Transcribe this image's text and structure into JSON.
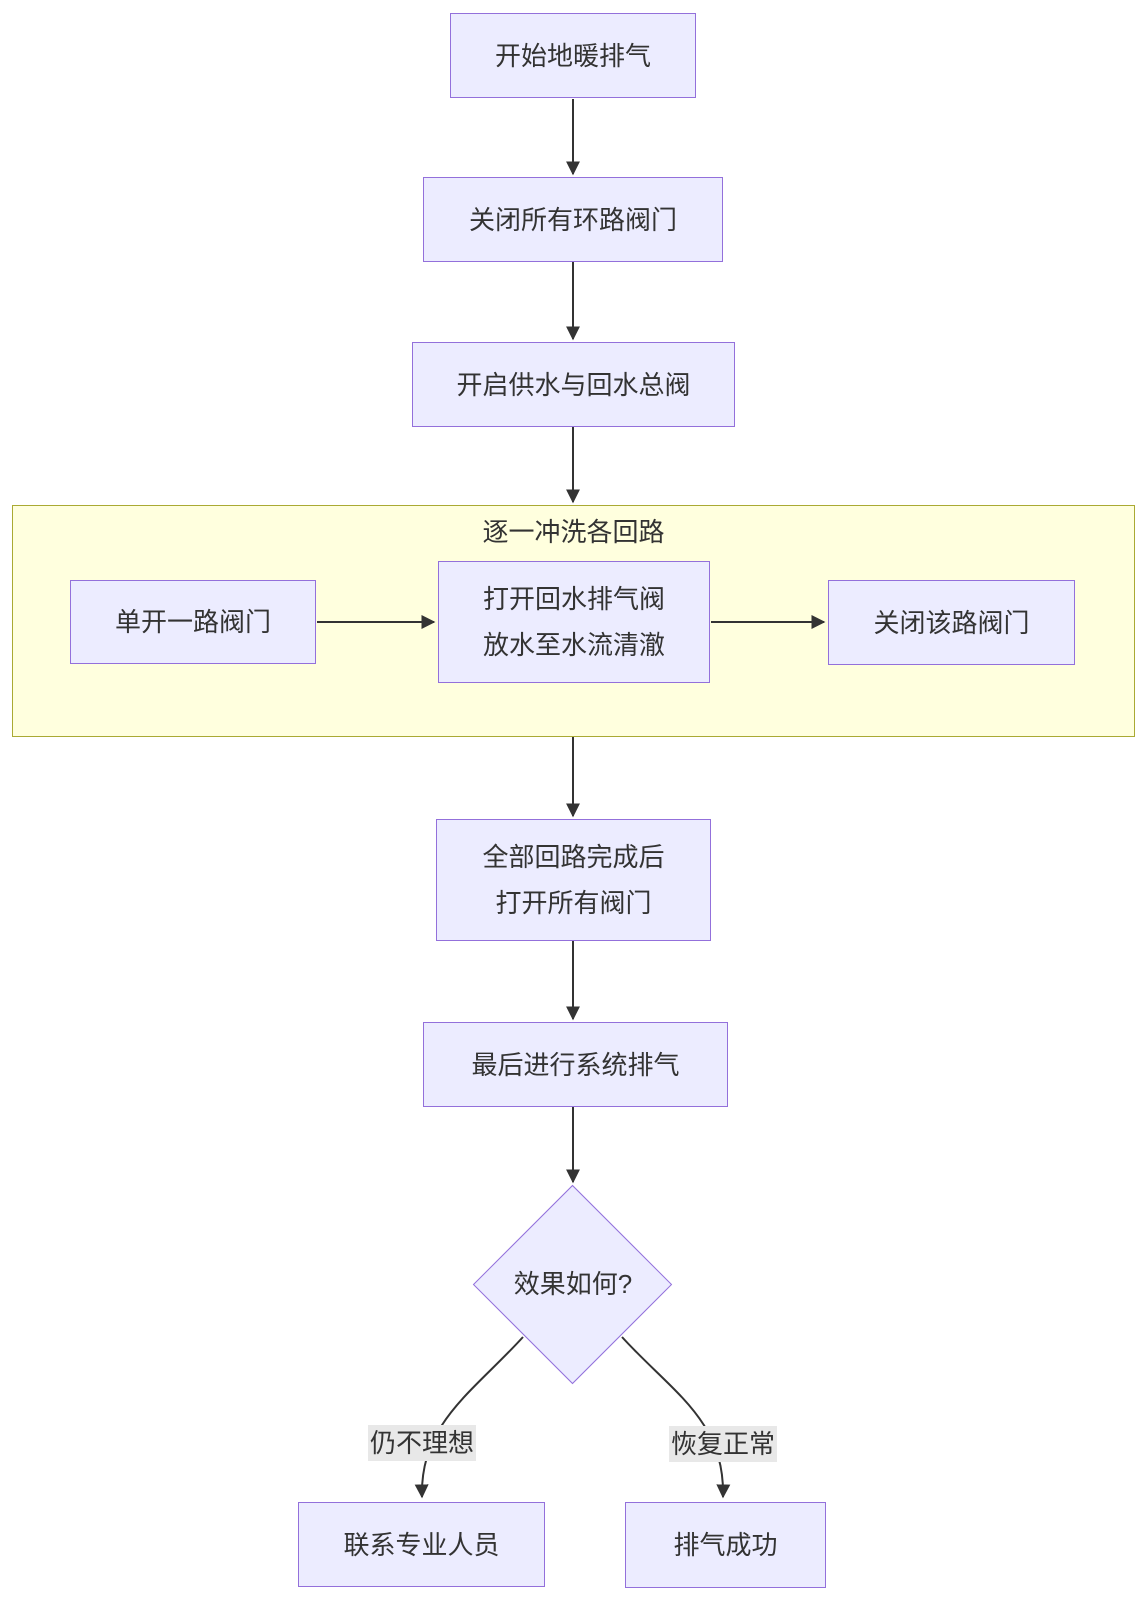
{
  "colors": {
    "node_fill": "#ECECFF",
    "node_border": "#9370DB",
    "subgraph_fill": "#FFFFDE",
    "subgraph_border": "#AAAA33",
    "edge_line": "#333333",
    "edge_label_bg": "#E8E8E8",
    "text": "#333333"
  },
  "subgraph": {
    "title": "逐一冲洗各回路"
  },
  "nodes": {
    "start": {
      "label": "开始地暖排气"
    },
    "close_all": {
      "label": "关闭所有环路阀门"
    },
    "open_main": {
      "label": "开启供水与回水总阀"
    },
    "open_one": {
      "label": "单开一路阀门"
    },
    "flush": {
      "lines": [
        "打开回水排气阀",
        "放水至水流清澈"
      ]
    },
    "close_loop": {
      "label": "关闭该路阀门"
    },
    "after_all": {
      "lines": [
        "全部回路完成后",
        "打开所有阀门"
      ]
    },
    "final_vent": {
      "label": "最后进行系统排气"
    },
    "decision": {
      "label": "效果如何?"
    },
    "contact_pro": {
      "label": "联系专业人员"
    },
    "success": {
      "label": "排气成功"
    }
  },
  "edge_labels": {
    "not_ideal": "仍不理想",
    "normal": "恢复正常"
  }
}
